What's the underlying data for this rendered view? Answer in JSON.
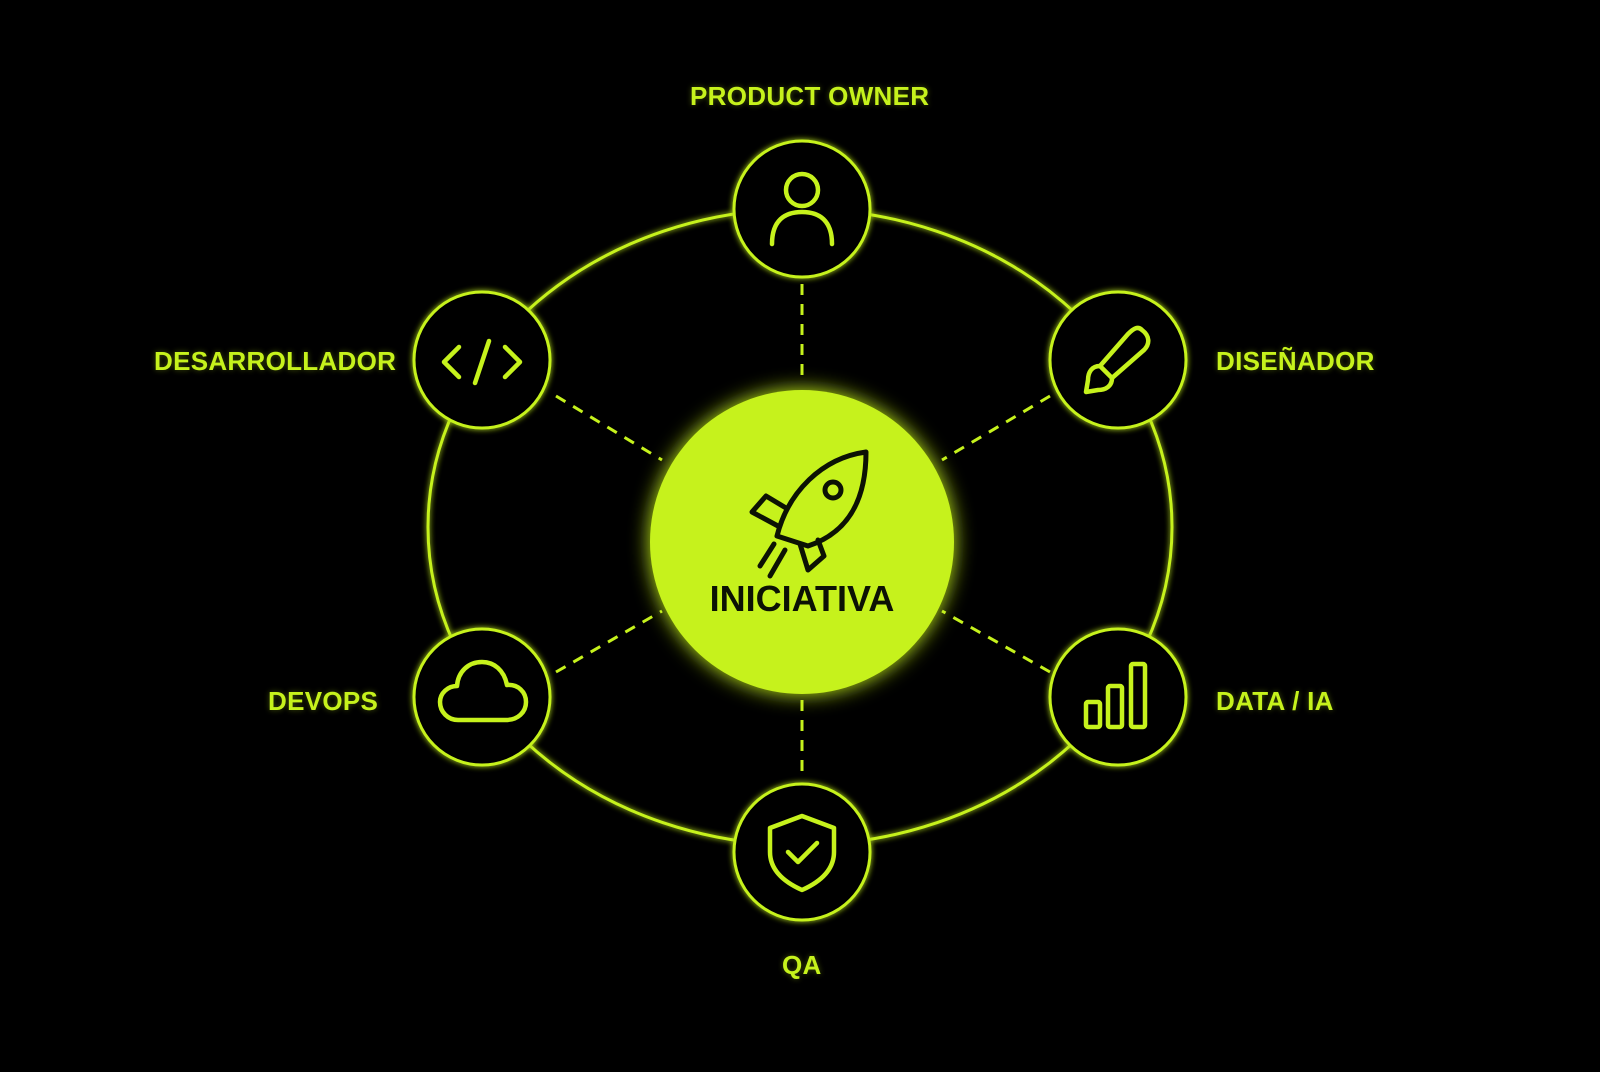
{
  "colors": {
    "background": "#000000",
    "accent": "#c6f21c",
    "center_text": "#0c1204"
  },
  "center": {
    "label": "INICIATIVA",
    "icon": "rocket-icon"
  },
  "roles": {
    "product_owner": {
      "label": "PRODUCT OWNER",
      "icon": "user-icon"
    },
    "disenador": {
      "label": "DISEÑADOR",
      "icon": "paintbrush-icon"
    },
    "data_ia": {
      "label": "DATA / IA",
      "icon": "bar-chart-icon"
    },
    "qa": {
      "label": "QA",
      "icon": "shield-check-icon"
    },
    "devops": {
      "label": "DEVOPS",
      "icon": "cloud-icon"
    },
    "desarrollador": {
      "label": "DESARROLLADOR",
      "icon": "code-icon"
    }
  }
}
